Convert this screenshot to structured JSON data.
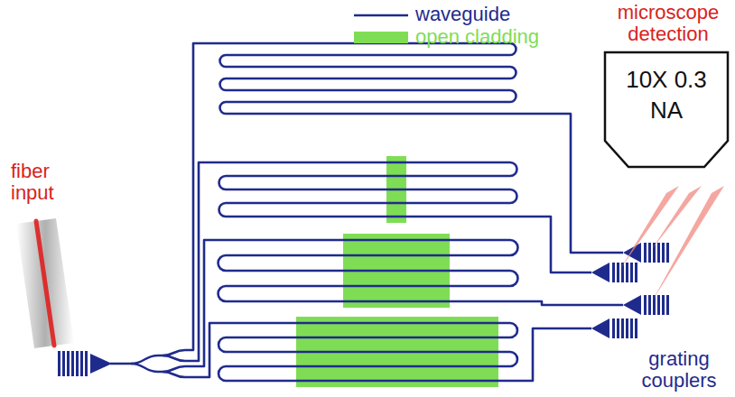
{
  "diagram": {
    "nodes": [
      {
        "text": [
          "microscope detection",
          "10X 0.3 NA"
        ]
      }
    ],
    "labels": [
      "fiber input",
      "grating couplers"
    ],
    "legend": [
      {
        "text": "waveguide"
      },
      {
        "text": "open cladding",
        "color": "#7fdd55"
      }
    ]
  }
}
